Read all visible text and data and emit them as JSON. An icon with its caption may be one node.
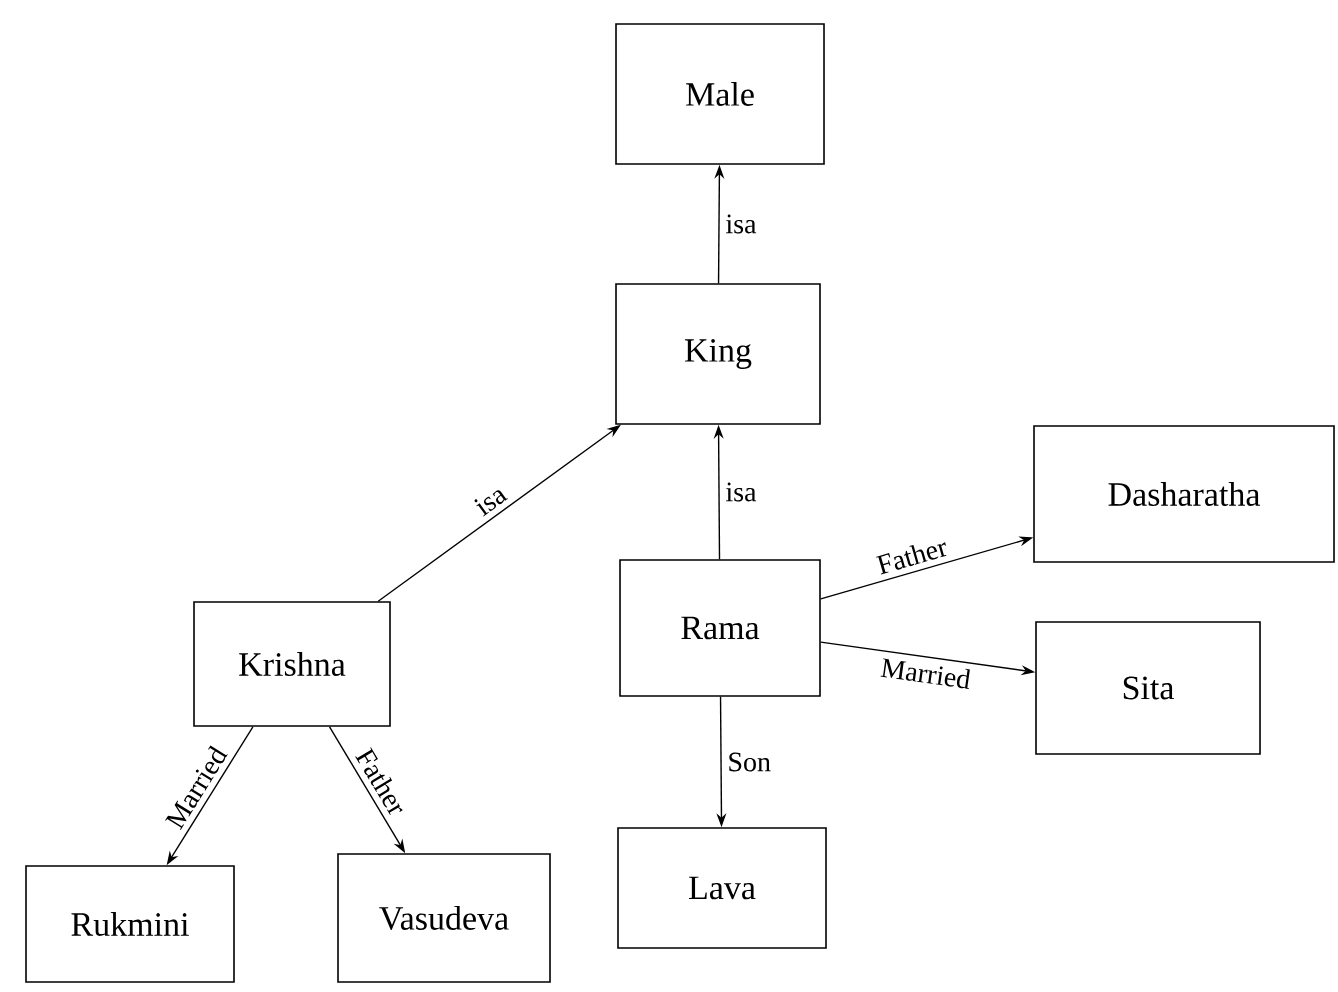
{
  "diagram": {
    "nodes": [
      {
        "text": [
          "Male"
        ]
      },
      {
        "text": [
          "King"
        ]
      },
      {
        "text": [
          "Dasharatha"
        ]
      },
      {
        "text": [
          "Krishna"
        ]
      },
      {
        "text": [
          "Rama"
        ]
      },
      {
        "text": [
          "Sita"
        ]
      },
      {
        "text": [
          "Rukmini"
        ]
      },
      {
        "text": [
          "Vasudeva"
        ]
      },
      {
        "text": [
          "Lava"
        ]
      }
    ],
    "edges": [
      {
        "from": 1,
        "to": 0,
        "arrow": "to",
        "label": "isa"
      },
      {
        "from": 3,
        "to": 1,
        "arrow": "to",
        "label": "isa"
      },
      {
        "from": 4,
        "to": 1,
        "arrow": "to",
        "label": "isa"
      },
      {
        "from": 4,
        "to": 2,
        "arrow": "to",
        "label": "Father"
      },
      {
        "from": 4,
        "to": 5,
        "arrow": "to",
        "label": "Married"
      },
      {
        "from": 4,
        "to": 8,
        "arrow": "to",
        "label": "Son"
      },
      {
        "from": 3,
        "to": 6,
        "arrow": "to",
        "label": "Married"
      },
      {
        "from": 3,
        "to": 7,
        "arrow": "to",
        "label": "Father"
      }
    ]
  }
}
